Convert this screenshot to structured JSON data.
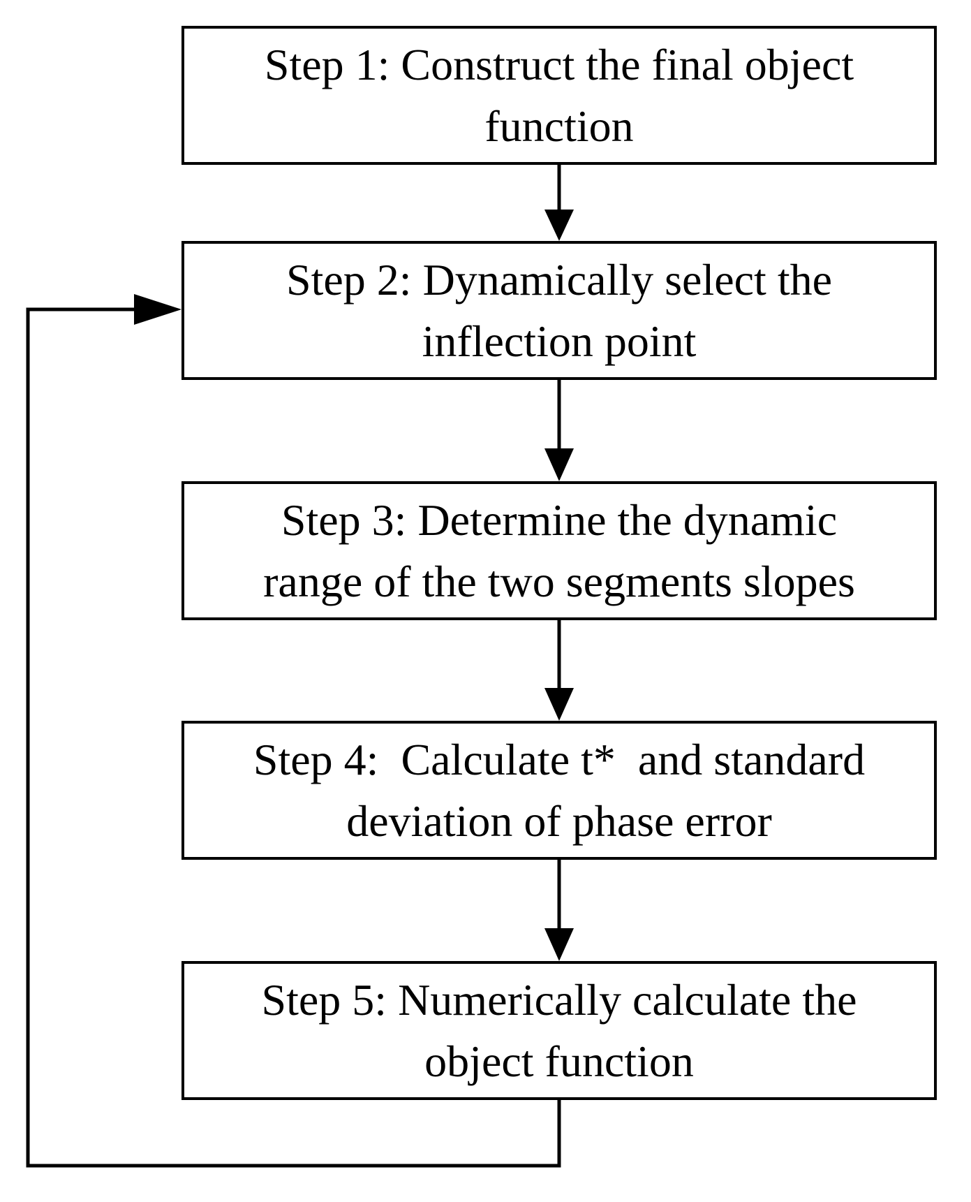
{
  "diagram": {
    "steps": [
      {
        "lines": [
          "Step 1: Construct the final object",
          "function"
        ]
      },
      {
        "lines": [
          "Step 2: Dynamically select the",
          "inflection point"
        ]
      },
      {
        "lines": [
          "Step 3: Determine the dynamic",
          "range of the two segments slopes"
        ]
      },
      {
        "lines": [
          "Step 4:  Calculate t*  and standard",
          "deviation of phase error"
        ]
      },
      {
        "lines": [
          "Step 5: Numerically calculate the",
          "object function"
        ]
      }
    ],
    "colors": {
      "stroke": "#000000",
      "background": "#ffffff"
    }
  }
}
